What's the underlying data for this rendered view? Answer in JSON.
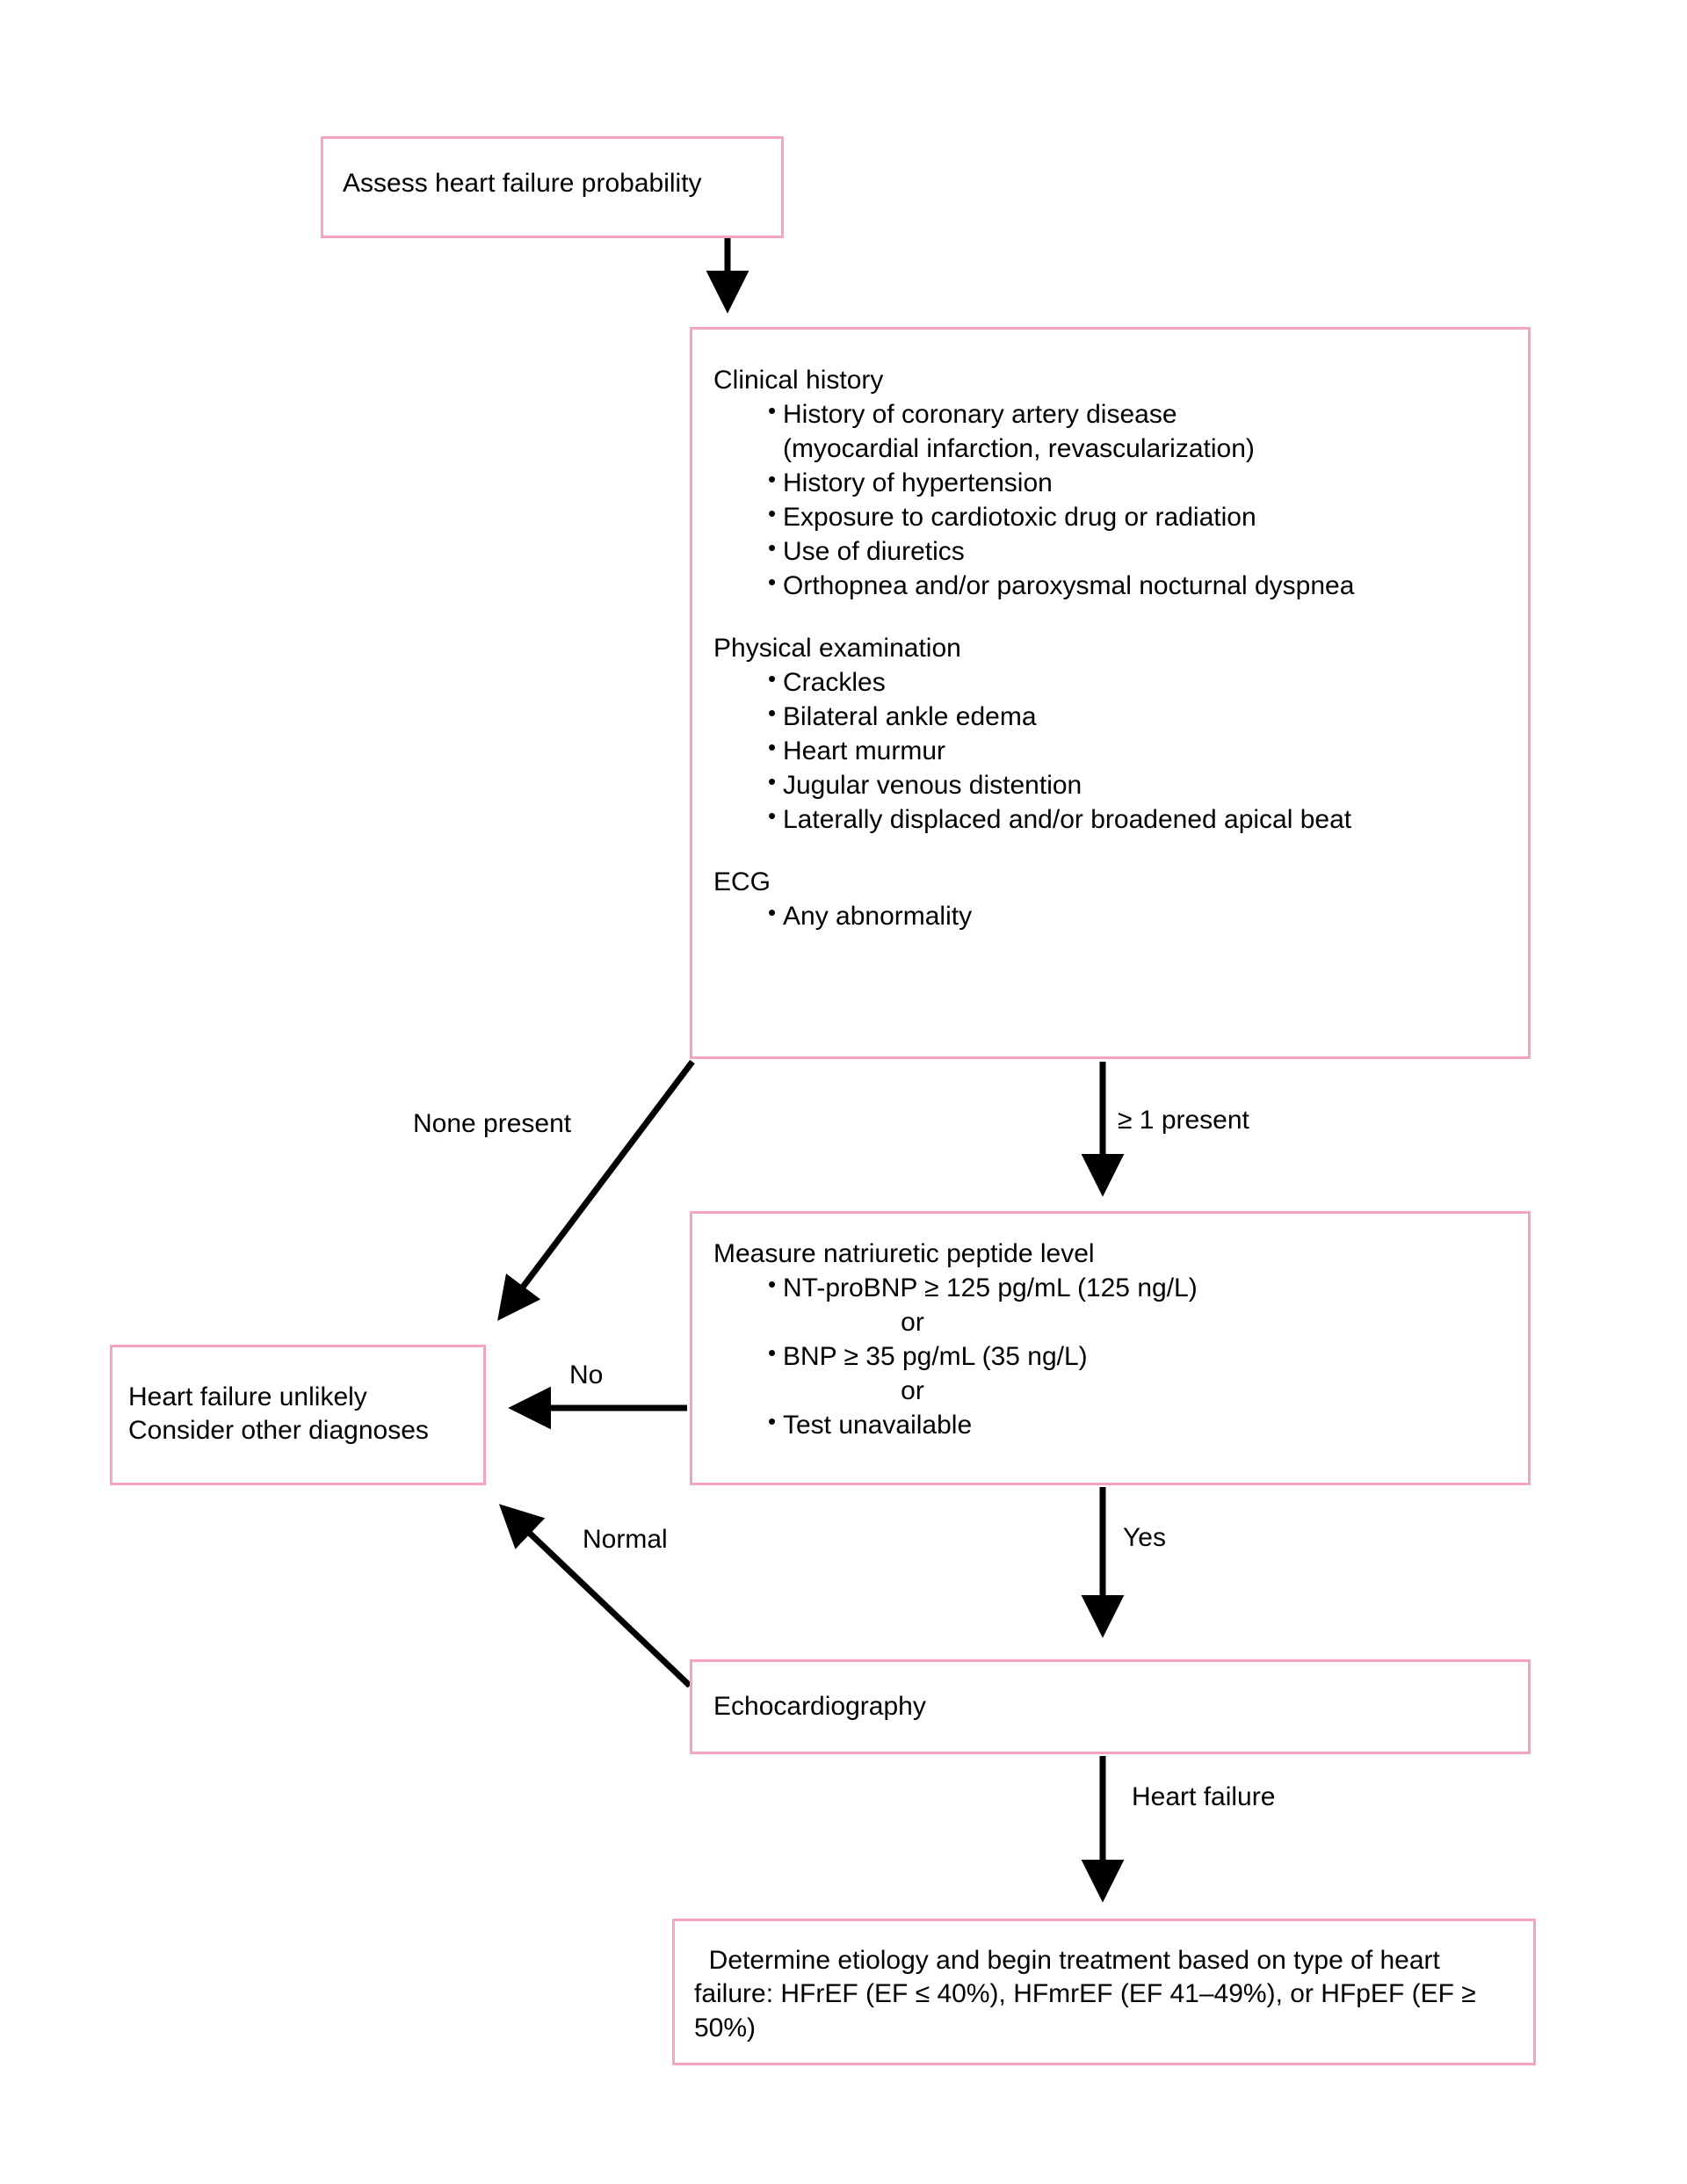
{
  "figure": {
    "type": "flowchart",
    "title": "Diagnostic algorithm for heart failure",
    "accent_color": "#f6a3c0",
    "text_color": "#000000",
    "background": "#ffffff"
  },
  "nodes": {
    "assess": {
      "id": "assess",
      "label": "Assess heart failure probability"
    },
    "clinical": {
      "id": "clinical",
      "sections": [
        {
          "heading": "Clinical history",
          "items": [
            "History of coronary artery disease",
            "(myocardial infarction, revascularization)",
            "History of hypertension",
            "Exposure to cardiotoxic drug or radiation",
            "Use of diuretics",
            "Orthopnea and/or paroxysmal nocturnal dyspnea"
          ]
        },
        {
          "heading": "Physical examination",
          "items": [
            "Crackles",
            "Bilateral ankle edema",
            "Heart murmur",
            "Jugular venous distention",
            "Laterally displaced and/or broadened apical beat"
          ]
        },
        {
          "heading": "ECG",
          "items": [
            "Any abnormality"
          ]
        }
      ]
    },
    "natriuretic": {
      "id": "natriuretic",
      "heading": "Measure natriuretic peptide level",
      "items": [
        "NT-proBNP ≥ 125 pg/mL (125 ng/L)",
        "or",
        "BNP ≥ 35 pg/mL (35 ng/L)",
        "or",
        "Test unavailable"
      ]
    },
    "unlikely": {
      "id": "unlikely",
      "line1": "Heart failure unlikely",
      "line2": "Consider other diagnoses"
    },
    "echo": {
      "id": "echo",
      "label": "Echocardiography"
    },
    "determine": {
      "id": "determine",
      "label": "  Determine etiology and begin treatment based on type of heart failure: HFrEF (EF ≤ 40%), HFmrEF (EF 41–49%), or HFpEF (EF ≥ 50%)"
    }
  },
  "edges": [
    {
      "id": "assess-to-clinical",
      "label": "",
      "from": "assess",
      "to": "clinical"
    },
    {
      "id": "clinical-to-unlikely",
      "label": "None present",
      "from": "clinical",
      "to": "unlikely"
    },
    {
      "id": "clinical-to-natriuretic",
      "label": "≥ 1 present",
      "from": "clinical",
      "to": "natriuretic"
    },
    {
      "id": "natriuretic-to-unlikely",
      "label": "No",
      "from": "natriuretic",
      "to": "unlikely"
    },
    {
      "id": "natriuretic-to-echo",
      "label": "Yes",
      "from": "natriuretic",
      "to": "echo"
    },
    {
      "id": "echo-to-unlikely",
      "label": "Normal",
      "from": "echo",
      "to": "unlikely"
    },
    {
      "id": "echo-to-determine",
      "label": "Heart failure",
      "from": "echo",
      "to": "determine"
    }
  ]
}
